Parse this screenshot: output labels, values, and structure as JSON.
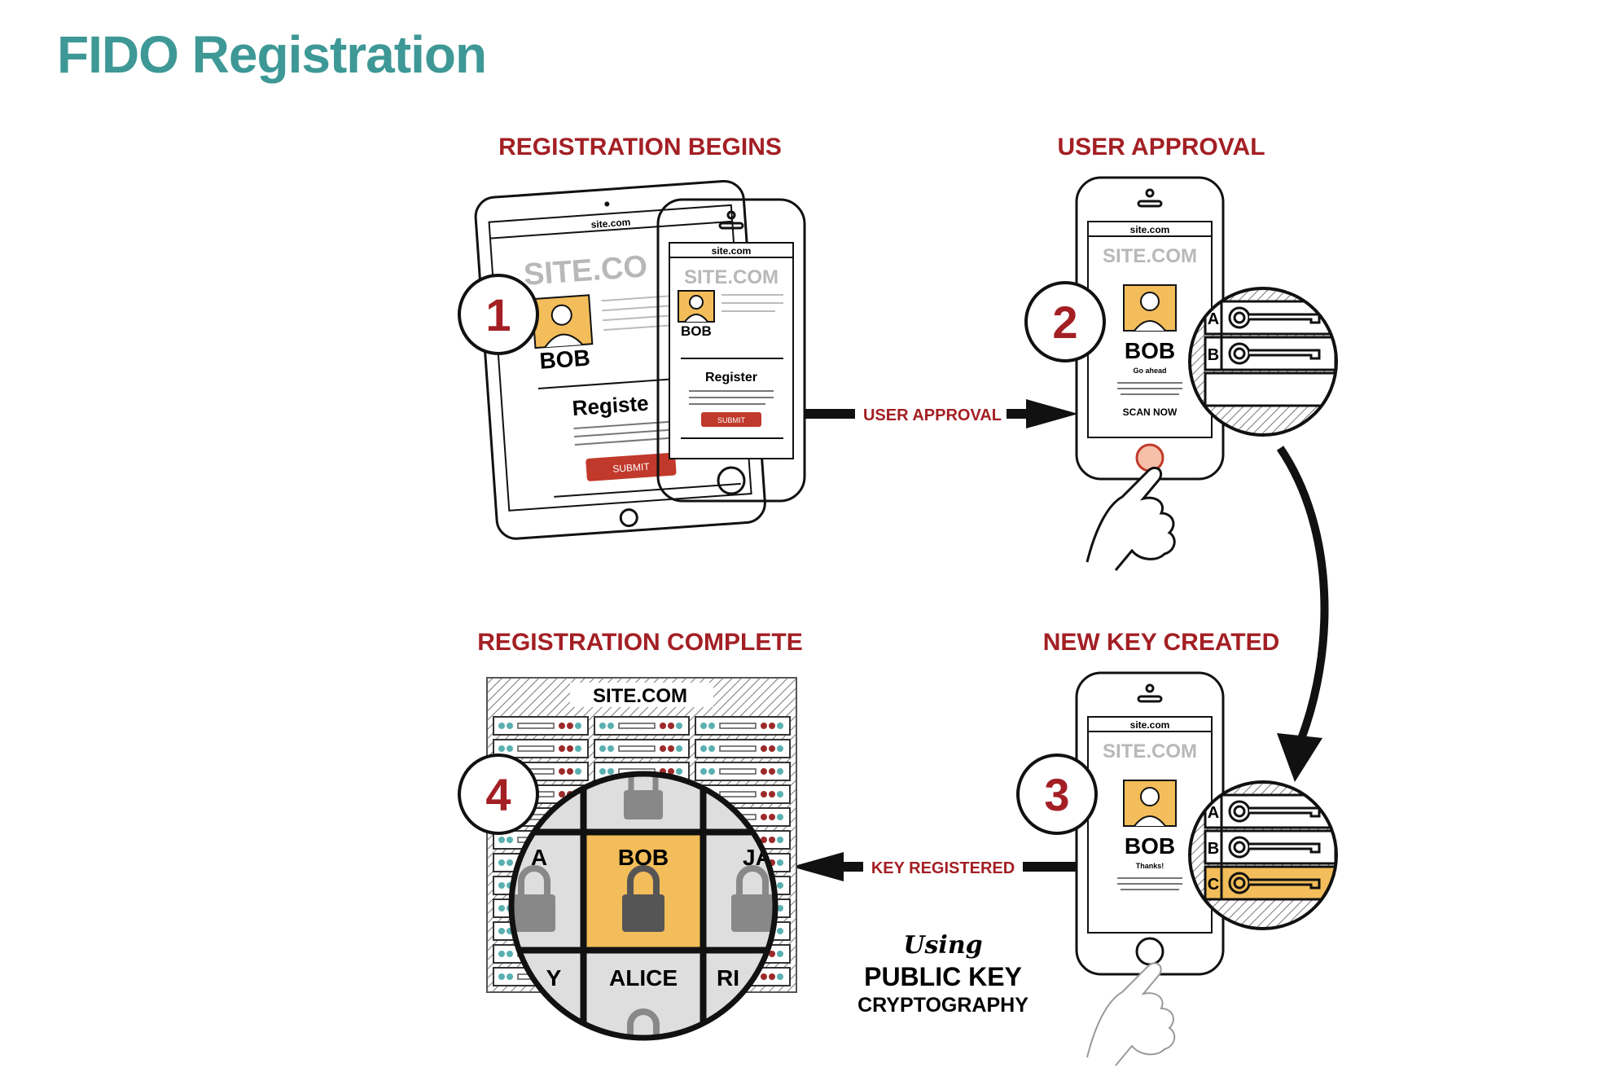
{
  "page": {
    "title": "FIDO Registration"
  },
  "steps": [
    {
      "number": "1",
      "title": "REGISTRATION BEGINS"
    },
    {
      "number": "2",
      "title": "USER APPROVAL"
    },
    {
      "number": "3",
      "title": "NEW KEY CREATED"
    },
    {
      "number": "4",
      "title": "REGISTRATION COMPLETE"
    }
  ],
  "device": {
    "url": "site.com",
    "site": "SITE.COM",
    "user": "BOB",
    "register_heading": "Register",
    "submit": "SUBMIT",
    "approval_note": "Go ahead",
    "scan_prompt": "SCAN NOW",
    "thanks_note": "Thanks!"
  },
  "tablet": {
    "site": "SITE.CO",
    "register_heading": "Registe"
  },
  "arrows": {
    "user_approval": "USER APPROVAL",
    "key_registered": "KEY REGISTERED"
  },
  "keys": {
    "a": "A",
    "b": "B",
    "c": "C"
  },
  "server": {
    "site": "SITE.COM",
    "center_user": "BOB",
    "bottom_user": "ALICE",
    "left_partial": "A",
    "right_partial": "JA",
    "bottom_left_partial": "Y",
    "bottom_right_partial": "RI"
  },
  "caption": {
    "using": "Using",
    "line1": "PUBLIC KEY",
    "line2": "CRYPTOGRAPHY"
  },
  "colors": {
    "title": "#3d9896",
    "step_title": "#a31f24",
    "accent_yellow": "#f2bd5a",
    "submit_red": "#c0392b",
    "led_teal": "#5ab0b0",
    "led_red": "#9c2a2a"
  }
}
